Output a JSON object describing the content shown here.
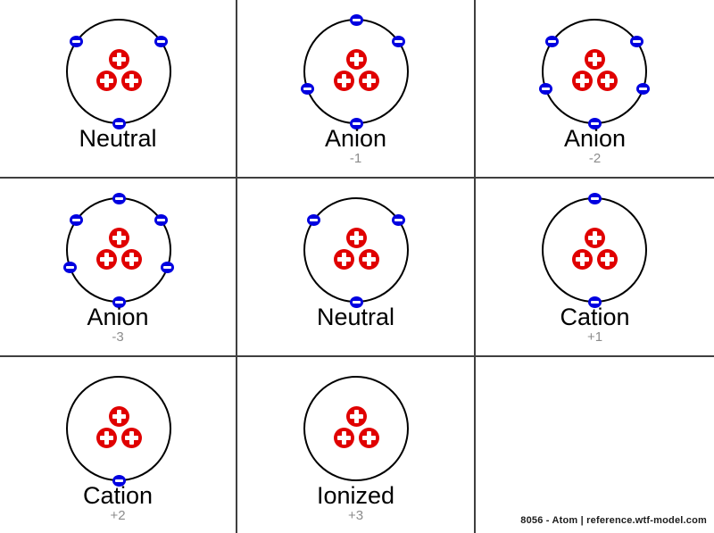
{
  "title": "Atom ionization states diagram",
  "colors": {
    "proton_red": "#e00000",
    "electron_blue": "#0000e0",
    "orbit_black": "#000000",
    "grid_line": "#3f3f3f",
    "label_black": "#000000",
    "sublabel_gray": "#8c8c8c",
    "footer_text": "#1c1c1c",
    "background": "#ffffff"
  },
  "icons": {
    "proton": "plus-icon",
    "electron": "minus-icon"
  },
  "cells": [
    {
      "label": "Neutral",
      "sublabel": "",
      "protons": 3,
      "electron_angles": [
        145,
        35,
        270
      ]
    },
    {
      "label": "Anion",
      "sublabel": "-1",
      "protons": 3,
      "electron_angles": [
        90,
        35,
        200,
        270
      ]
    },
    {
      "label": "Anion",
      "sublabel": "-2",
      "protons": 3,
      "electron_angles": [
        145,
        35,
        200,
        340,
        270
      ]
    },
    {
      "label": "Anion",
      "sublabel": "-3",
      "protons": 3,
      "electron_angles": [
        90,
        145,
        35,
        200,
        340,
        270
      ]
    },
    {
      "label": "Neutral",
      "sublabel": "",
      "protons": 3,
      "electron_angles": [
        145,
        35,
        270
      ]
    },
    {
      "label": "Cation",
      "sublabel": "+1",
      "protons": 3,
      "electron_angles": [
        90,
        270
      ]
    },
    {
      "label": "Cation",
      "sublabel": "+2",
      "protons": 3,
      "electron_angles": [
        270
      ]
    },
    {
      "label": "Ionized",
      "sublabel": "+3",
      "protons": 3,
      "electron_angles": []
    },
    {
      "label": "",
      "sublabel": "",
      "protons": 0,
      "electron_angles": []
    }
  ],
  "footer": {
    "text": "8056 - Atom | reference.wtf-model.com"
  }
}
